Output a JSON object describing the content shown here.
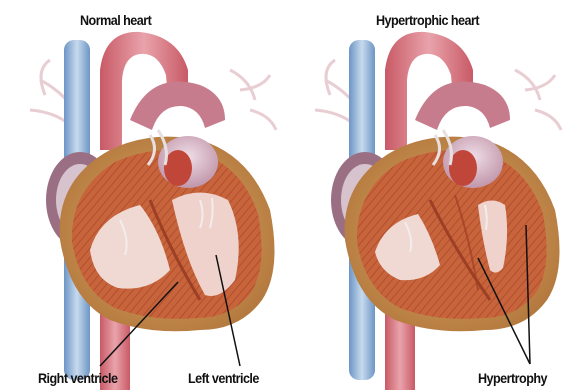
{
  "titles": {
    "normal": "Normal heart",
    "hypertrophic": "Hypertrophic heart"
  },
  "callouts": {
    "right_ventricle": "Right ventricle",
    "left_ventricle": "Left ventricle",
    "hypertrophy": "Hypertrophy"
  },
  "colors": {
    "myocardium": "#c8643c",
    "epicardium": "#c98a48",
    "aorta": "#d8707e",
    "vena_cava": "#8fb2d8",
    "atrium": "#cfa7b8",
    "chamber_inner": "#f2dcd6",
    "leader_line": "#111111"
  }
}
